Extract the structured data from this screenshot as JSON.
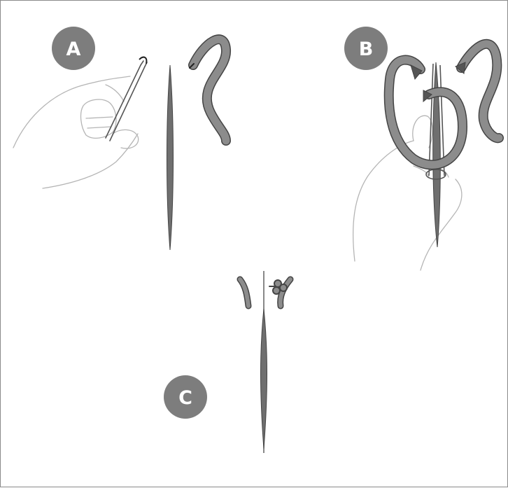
{
  "panels": [
    {
      "id": "A",
      "label": "A"
    },
    {
      "id": "B",
      "label": "B"
    },
    {
      "id": "C",
      "label": "C"
    }
  ],
  "colors": {
    "badge": "#7d7d7d",
    "incision": "#6f6f6f",
    "suture": "#8c8c8c",
    "outline": "#555555",
    "hand": "#b5b5b5"
  }
}
